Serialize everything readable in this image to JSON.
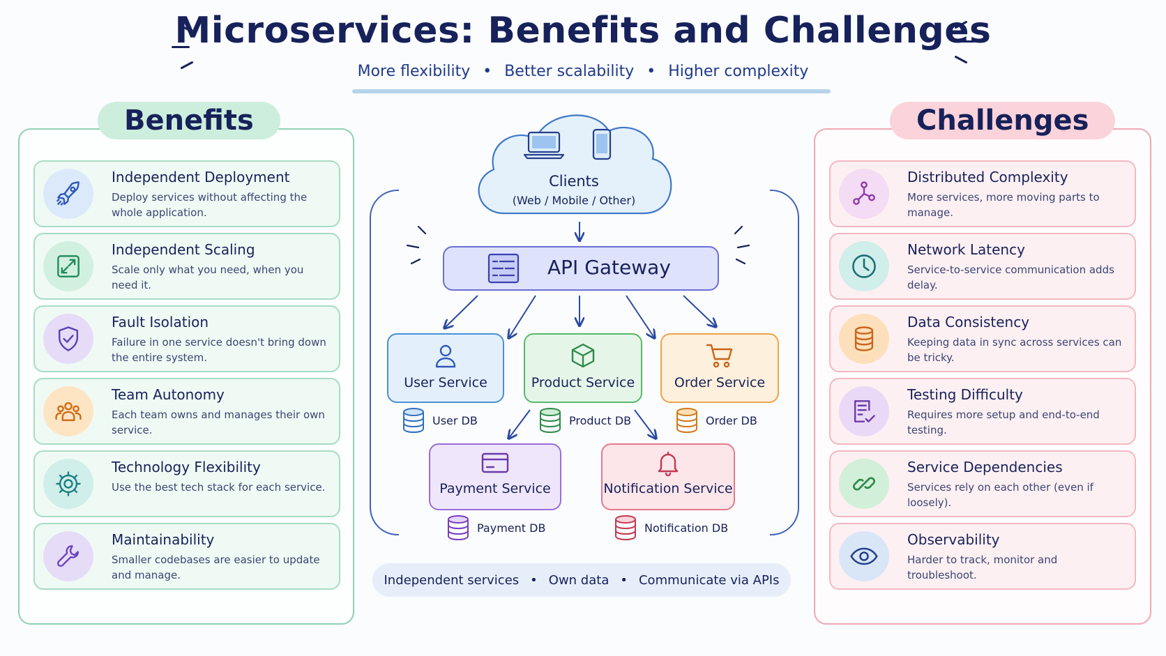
{
  "title": "Microservices: Benefits and Challenges",
  "subtitle": [
    "More flexibility",
    "Better scalability",
    "Higher complexity"
  ],
  "colors": {
    "benefits": "#8fd1b3",
    "challenges": "#f0a7b4",
    "gateway": "#6a6fd6"
  },
  "benefits": {
    "heading": "Benefits",
    "items": [
      {
        "title": "Independent Deployment",
        "desc": "Deploy services without affecting the whole application.",
        "icon": "rocket-icon"
      },
      {
        "title": "Independent Scaling",
        "desc": "Scale only what you need, when you need it.",
        "icon": "expand-icon"
      },
      {
        "title": "Fault Isolation",
        "desc": "Failure in one service doesn't bring down the entire system.",
        "icon": "shield-check-icon"
      },
      {
        "title": "Team Autonomy",
        "desc": "Each team owns and manages their own service.",
        "icon": "team-icon"
      },
      {
        "title": "Technology Flexibility",
        "desc": "Use the best tech stack for each service.",
        "icon": "gear-icon"
      },
      {
        "title": "Maintainability",
        "desc": "Smaller codebases are easier to update and manage.",
        "icon": "wrench-icon"
      }
    ]
  },
  "challenges": {
    "heading": "Challenges",
    "items": [
      {
        "title": "Distributed Complexity",
        "desc": "More services, more moving parts to manage.",
        "icon": "network-nodes-icon"
      },
      {
        "title": "Network Latency",
        "desc": "Service-to-service communication adds delay.",
        "icon": "clock-icon"
      },
      {
        "title": "Data Consistency",
        "desc": "Keeping data in sync across services can be tricky.",
        "icon": "database-icon"
      },
      {
        "title": "Testing Difficulty",
        "desc": "Requires more setup and end-to-end testing.",
        "icon": "checklist-icon"
      },
      {
        "title": "Service Dependencies",
        "desc": "Services rely on each other (even if loosely).",
        "icon": "link-icon"
      },
      {
        "title": "Observability",
        "desc": "Harder to track, monitor and troubleshoot.",
        "icon": "eye-icon"
      }
    ]
  },
  "diagram": {
    "clients": {
      "label": "Clients",
      "sub": "(Web / Mobile / Other)"
    },
    "gateway": {
      "label": "API Gateway"
    },
    "services": [
      {
        "label": "User Service",
        "db": "User DB"
      },
      {
        "label": "Product Service",
        "db": "Product DB"
      },
      {
        "label": "Order Service",
        "db": "Order DB"
      },
      {
        "label": "Payment Service",
        "db": "Payment DB"
      },
      {
        "label": "Notification Service",
        "db": "Notification DB"
      }
    ],
    "footer": [
      "Independent services",
      "Own data",
      "Communicate via APIs"
    ]
  }
}
